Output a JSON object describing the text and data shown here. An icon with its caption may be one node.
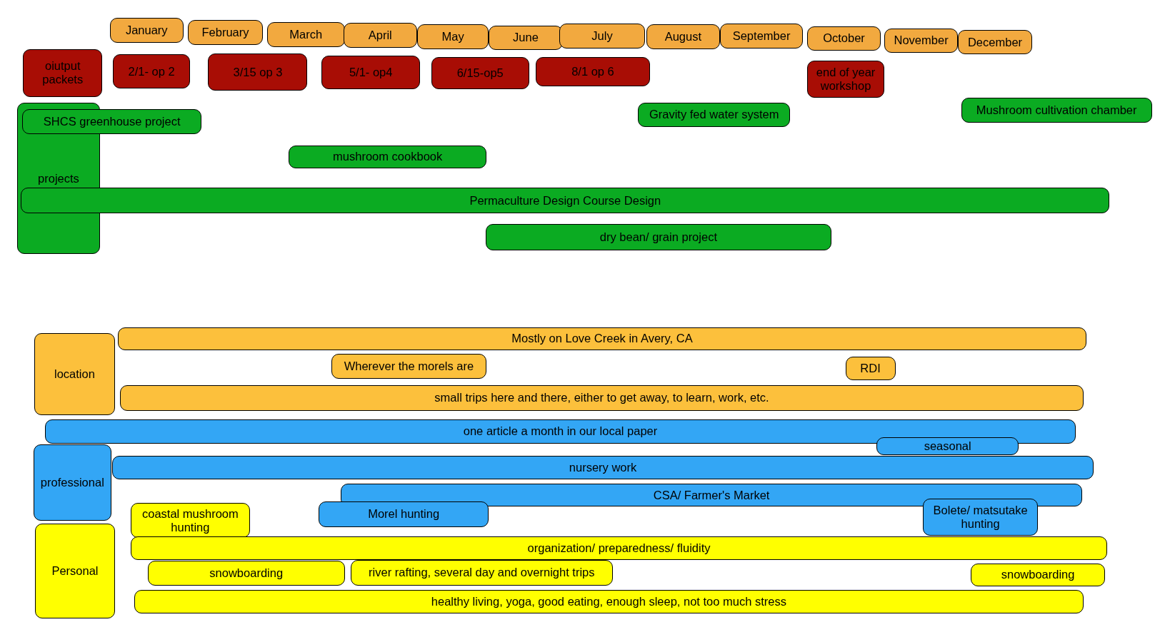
{
  "diagram": {
    "nodes": [
      {
        "text": [
          "January"
        ]
      },
      {
        "text": [
          "February"
        ]
      },
      {
        "text": [
          "March"
        ]
      },
      {
        "text": [
          "April"
        ]
      },
      {
        "text": [
          "May"
        ]
      },
      {
        "text": [
          "June"
        ]
      },
      {
        "text": [
          "July"
        ]
      },
      {
        "text": [
          "August"
        ]
      },
      {
        "text": [
          "September"
        ]
      },
      {
        "text": [
          "October"
        ]
      },
      {
        "text": [
          "November"
        ]
      },
      {
        "text": [
          "December"
        ]
      },
      {
        "text": [
          "oiutput packets"
        ]
      },
      {
        "text": [
          "2/1- op 2"
        ]
      },
      {
        "text": [
          "3/15 op 3"
        ]
      },
      {
        "text": [
          "5/1- op4"
        ]
      },
      {
        "text": [
          "6/15-op5"
        ]
      },
      {
        "text": [
          "8/1 op 6"
        ]
      },
      {
        "text": [
          "end of year workshop"
        ]
      },
      {
        "text": [
          "projects"
        ]
      },
      {
        "text": [
          "SHCS greenhouse project"
        ]
      },
      {
        "text": [
          "Gravity fed water system"
        ]
      },
      {
        "text": [
          "Mushroom cultivation chamber"
        ]
      },
      {
        "text": [
          "mushroom cookbook"
        ]
      },
      {
        "text": [
          "Permaculture Design Course Design"
        ]
      },
      {
        "text": [
          "dry bean/ grain project"
        ]
      },
      {
        "text": [
          "location"
        ]
      },
      {
        "text": [
          "Mostly on Love Creek in Avery, CA"
        ]
      },
      {
        "text": [
          "Wherever the morels are"
        ]
      },
      {
        "text": [
          "RDI"
        ]
      },
      {
        "text": [
          "small trips here and there, either to get away, to learn, work, etc."
        ]
      },
      {
        "text": [
          "professional"
        ]
      },
      {
        "text": [
          "one article a month in our local paper"
        ]
      },
      {
        "text": [
          "seasonal"
        ]
      },
      {
        "text": [
          "nursery work"
        ]
      },
      {
        "text": [
          "CSA/ Farmer's Market"
        ]
      },
      {
        "text": [
          "Morel hunting"
        ]
      },
      {
        "text": [
          "Bolete/ matsutake hunting"
        ]
      },
      {
        "text": [
          "coastal mushroom hunting"
        ]
      },
      {
        "text": [
          "Personal"
        ]
      },
      {
        "text": [
          "organization/ preparedness/ fluidity"
        ]
      },
      {
        "text": [
          "snowboarding"
        ]
      },
      {
        "text": [
          "river rafting, several day and overnight trips"
        ]
      },
      {
        "text": [
          "snowboarding"
        ]
      },
      {
        "text": [
          "healthy living, yoga, good eating, enough sleep, not too much stress"
        ]
      }
    ],
    "edges": []
  }
}
